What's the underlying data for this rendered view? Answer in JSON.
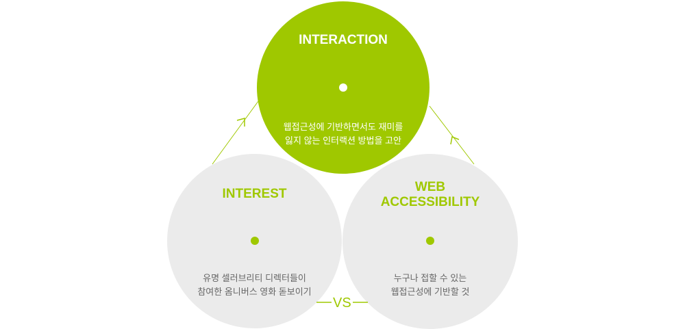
{
  "circles": {
    "interaction": {
      "title": "INTERACTION",
      "desc1": "웹접근성에 기반하면서도 재미를",
      "desc2": "잃지 않는 인터랙션 방법을 고안"
    },
    "interest": {
      "title": "INTEREST",
      "desc1": "유명 셀러브리티 디렉터들이",
      "desc2": "참여한 옴니버스 영화 돋보이기"
    },
    "accessibility": {
      "title1": "WEB",
      "title2": "ACCESSIBILITY",
      "desc1": "누구나 접할 수 있는",
      "desc2": "웹접근성에 기반할 것"
    }
  },
  "vs": "VS",
  "colors": {
    "accent": "#9fc800",
    "gray": "#ebebeb"
  }
}
